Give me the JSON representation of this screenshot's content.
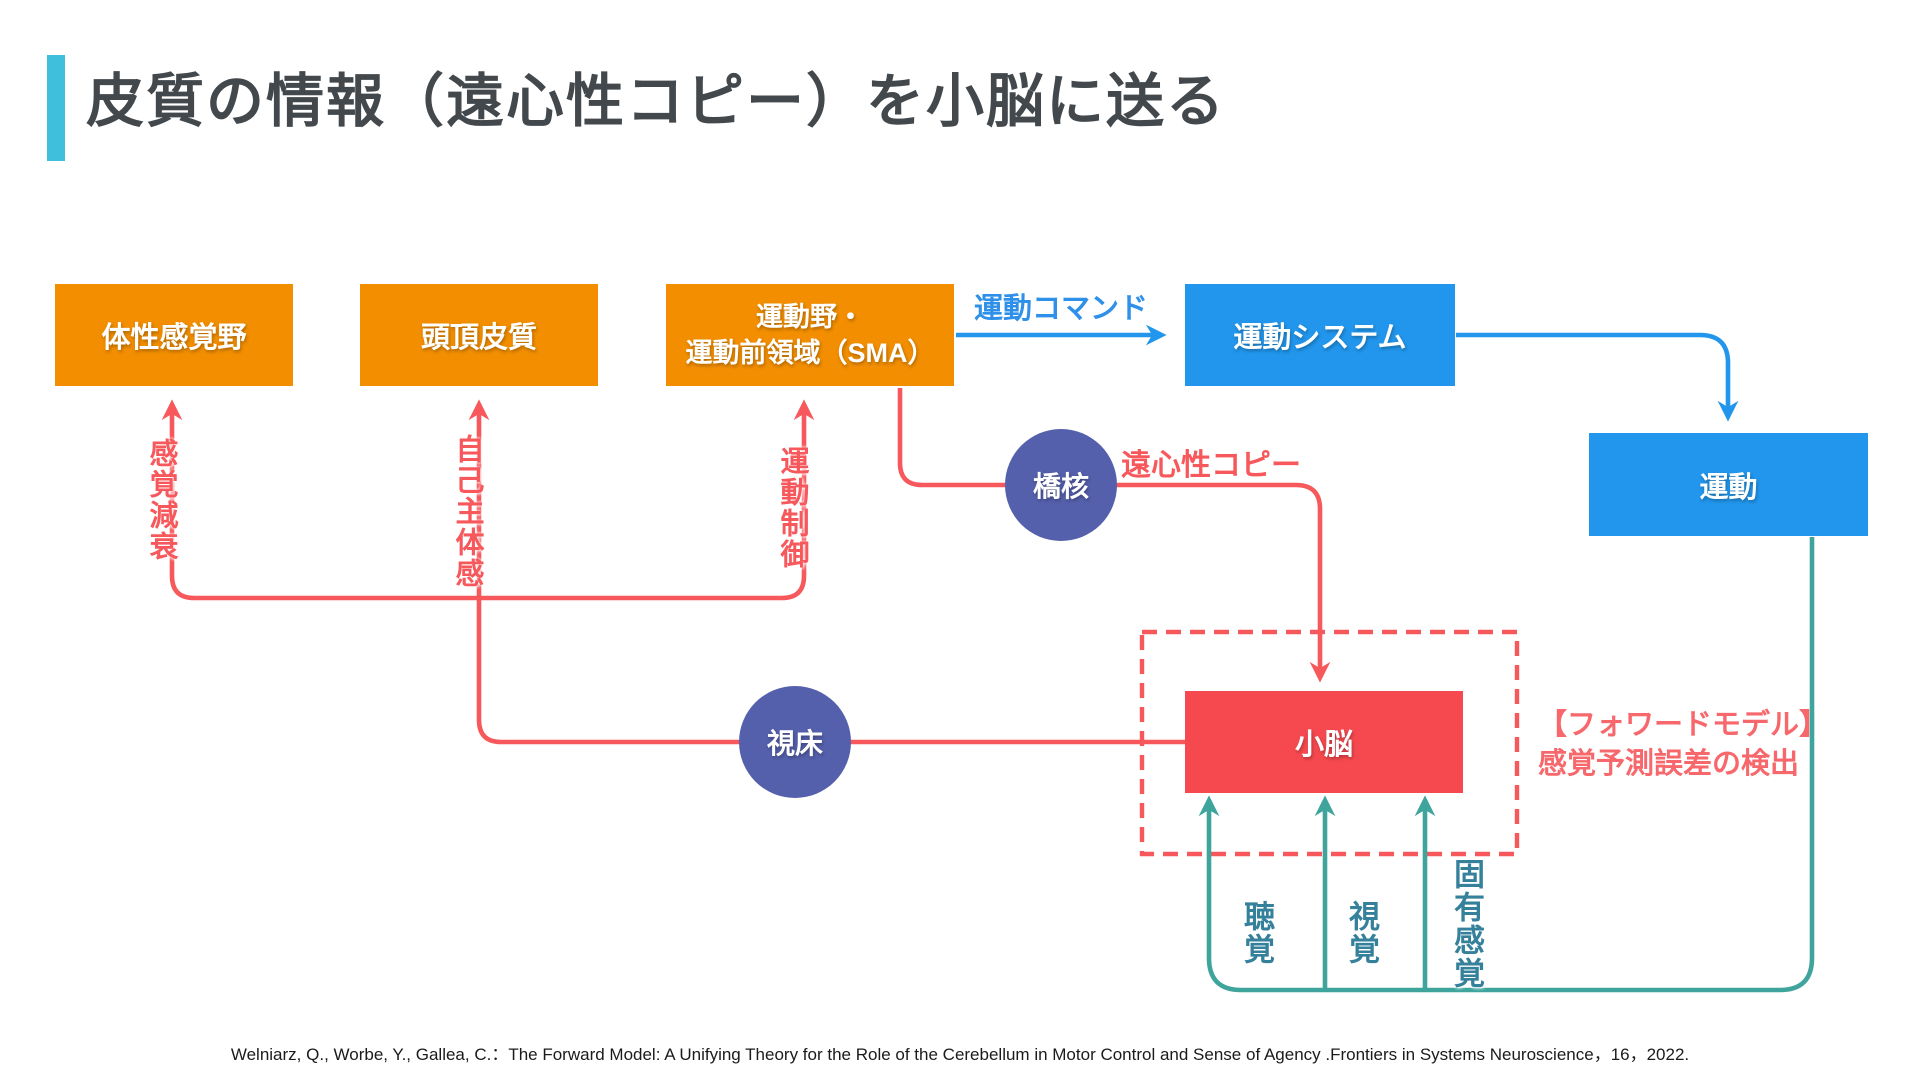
{
  "title": {
    "text": "皮質の情報（遠心性コピー）を小脳に送る"
  },
  "nodes": {
    "somatosensory": {
      "label": "体性感覚野"
    },
    "parietal": {
      "label": "頭頂皮質"
    },
    "motor": {
      "line1": "運動野・",
      "line2": "運動前領域（SMA）"
    },
    "motor_system": {
      "label": "運動システム"
    },
    "movement": {
      "label": "運動"
    },
    "pontine": {
      "label": "橋核"
    },
    "thalamus": {
      "label": "視床"
    },
    "cerebellum": {
      "label": "小脳"
    }
  },
  "edge_labels": {
    "motor_command": "運動コマンド",
    "efference_copy": "遠心性コピー",
    "sensory_attenuation": "感覚減衰",
    "sense_of_agency": "自己主体感",
    "motor_control": "運動制御",
    "auditory": "聴覚",
    "visual": "視覚",
    "proprioception": "固有感覚"
  },
  "annotations": {
    "forward_model_line1": "【フォワードモデル】",
    "forward_model_line2": "感覚予測誤差の検出"
  },
  "citation": "Welniarz, Q., Worbe, Y., Gallea, C.：The Forward Model: A Unifying Theory for the Role of the Cerebellum in Motor Control and Sense of Agency .Frontiers in Systems Neuroscience，16，2022.",
  "colors": {
    "accent_cyan": "#3fbfdb",
    "title_text": "#42484c",
    "box_orange": "#f28e00",
    "box_blue": "#2196ec",
    "box_red": "#f5494f",
    "circle_indigo": "#5560ac",
    "line_red": "#f7585c",
    "line_blue": "#2196ec",
    "line_teal": "#3ea49c",
    "teal_text": "#35809b"
  }
}
